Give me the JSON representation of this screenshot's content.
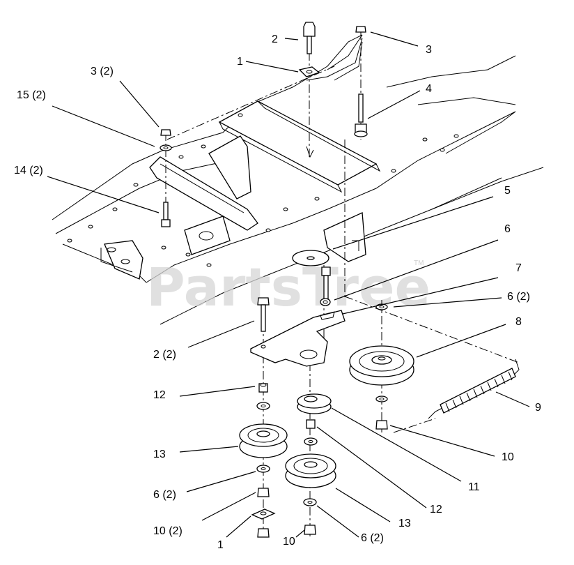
{
  "watermark": {
    "text": "PartsTree",
    "tm": "TM"
  },
  "callouts": [
    {
      "id": "c-1-top",
      "text": "1"
    },
    {
      "id": "c-2-top",
      "text": "2"
    },
    {
      "id": "c-3-top",
      "text": "3"
    },
    {
      "id": "c-3x2",
      "text": "3 (2)"
    },
    {
      "id": "c-15x2",
      "text": "15 (2)"
    },
    {
      "id": "c-4",
      "text": "4"
    },
    {
      "id": "c-14x2",
      "text": "14 (2)"
    },
    {
      "id": "c-5",
      "text": "5"
    },
    {
      "id": "c-6",
      "text": "6"
    },
    {
      "id": "c-7",
      "text": "7"
    },
    {
      "id": "c-6x2-right",
      "text": "6 (2)"
    },
    {
      "id": "c-8",
      "text": "8"
    },
    {
      "id": "c-2x2",
      "text": "2 (2)"
    },
    {
      "id": "c-9",
      "text": "9"
    },
    {
      "id": "c-12-left",
      "text": "12"
    },
    {
      "id": "c-10-right",
      "text": "10"
    },
    {
      "id": "c-13-left",
      "text": "13"
    },
    {
      "id": "c-11",
      "text": "11"
    },
    {
      "id": "c-6x2-left",
      "text": "6 (2)"
    },
    {
      "id": "c-12-right",
      "text": "12"
    },
    {
      "id": "c-13-right",
      "text": "13"
    },
    {
      "id": "c-10x2",
      "text": "10 (2)"
    },
    {
      "id": "c-1-bottom",
      "text": "1"
    },
    {
      "id": "c-10-bottom",
      "text": "10"
    },
    {
      "id": "c-6x2-bottom",
      "text": "6 (2)"
    }
  ]
}
